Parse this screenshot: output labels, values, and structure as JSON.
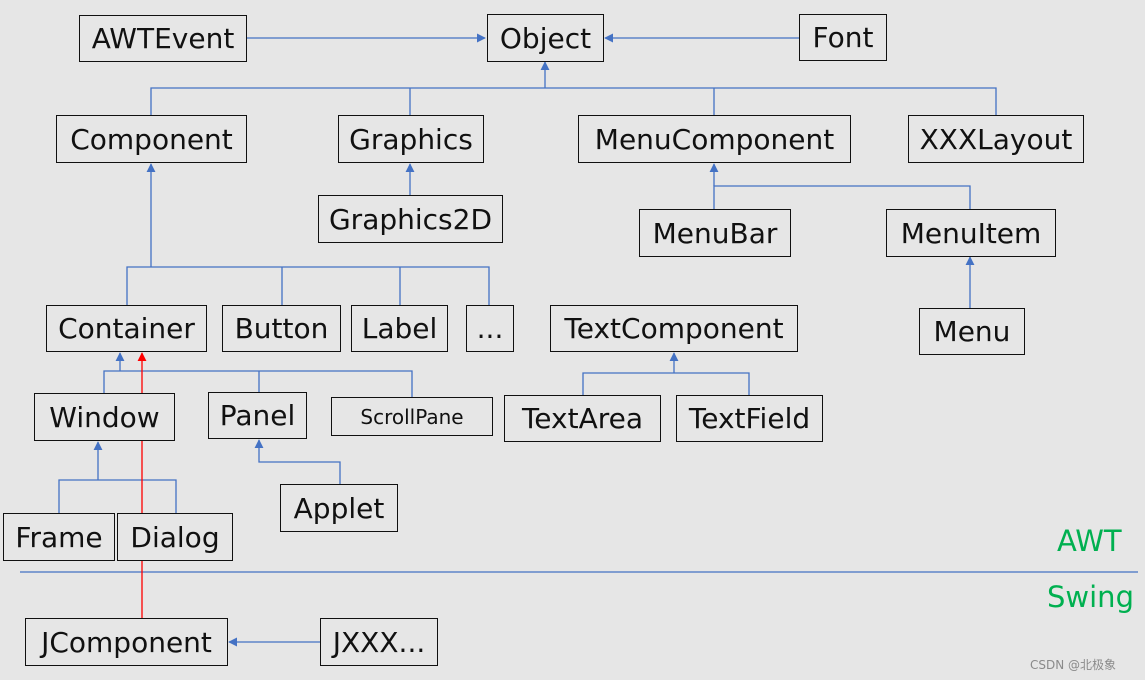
{
  "nodes": {
    "awtevent": "AWTEvent",
    "object": "Object",
    "font": "Font",
    "component": "Component",
    "graphics": "Graphics",
    "menucomponent": "MenuComponent",
    "xxxlayout": "XXXLayout",
    "graphics2d": "Graphics2D",
    "menubar": "MenuBar",
    "menuitem": "MenuItem",
    "container": "Container",
    "button": "Button",
    "label": "Label",
    "ellipsis": "...",
    "textcomponent": "TextComponent",
    "menu": "Menu",
    "window": "Window",
    "panel": "Panel",
    "scrollpane": "ScrollPane",
    "textarea": "TextArea",
    "textfield": "TextField",
    "applet": "Applet",
    "frame": "Frame",
    "dialog": "Dialog",
    "jcomponent": "JComponent",
    "jxxx": "JXXX..."
  },
  "sections": {
    "awt": "AWT",
    "swing": "Swing"
  },
  "colors": {
    "connector": "#4472c4",
    "highlight_connector": "#ff0000",
    "section_text": "#00b050"
  },
  "watermark": "CSDN @北极象"
}
